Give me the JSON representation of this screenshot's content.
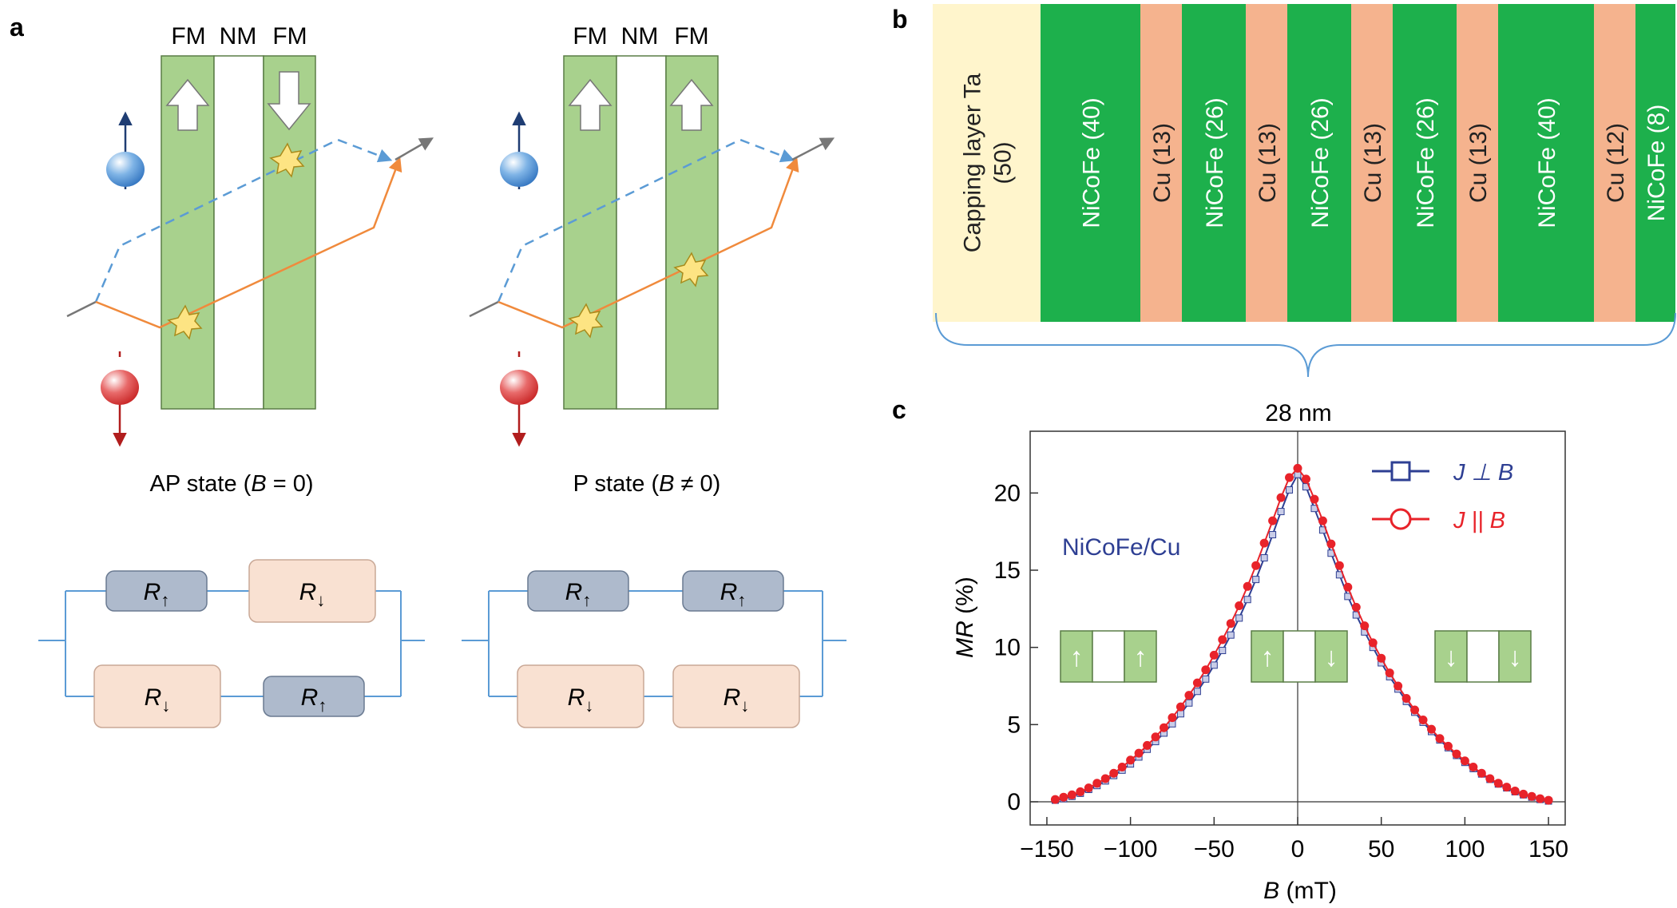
{
  "panels": {
    "a": {
      "letter": "a",
      "layer_labels": [
        "FM",
        "NM",
        "FM"
      ],
      "states": [
        "AP state (B = 0)",
        "P state (B ≠ 0)"
      ],
      "state_parts": [
        {
          "prefix": "AP state (",
          "var": "B",
          "suffix": " = 0)"
        },
        {
          "prefix": "P state (",
          "var": "B",
          "suffix": " ≠ 0)"
        }
      ],
      "resistors": {
        "up": "↑",
        "down": "↓",
        "symbol": "R"
      },
      "circuit_ap": {
        "top": [
          "up",
          "down"
        ],
        "bottom": [
          "down",
          "up"
        ]
      },
      "circuit_p": {
        "top": [
          "up",
          "up"
        ],
        "bottom": [
          "down",
          "down"
        ]
      },
      "colors": {
        "fm_green": "#a8d18d",
        "nm": "#ffffff",
        "spin_up": "#4a8fd4",
        "spin_down": "#d42b2b",
        "path_up": "#5b9bd5",
        "path_down": "#f08a3c",
        "r_up_fill": "#aebacc",
        "r_down_fill": "#f9e1d2",
        "wire": "#5b9bd5"
      }
    },
    "b": {
      "letter": "b",
      "layers": [
        {
          "label": "Capping layer Ta (50)",
          "line1": "Capping layer Ta",
          "line2": "(50)",
          "material": "Ta",
          "color": "#fff5cc"
        },
        {
          "label": "NiCoFe (40)",
          "material": "NiCoFe",
          "color": "#1db04c"
        },
        {
          "label": "Cu (13)",
          "material": "Cu",
          "color": "#f5b38e"
        },
        {
          "label": "NiCoFe (26)",
          "material": "NiCoFe",
          "color": "#1db04c"
        },
        {
          "label": "Cu (13)",
          "material": "Cu",
          "color": "#f5b38e"
        },
        {
          "label": "NiCoFe (26)",
          "material": "NiCoFe",
          "color": "#1db04c"
        },
        {
          "label": "Cu (13)",
          "material": "Cu",
          "color": "#f5b38e"
        },
        {
          "label": "NiCoFe (26)",
          "material": "NiCoFe",
          "color": "#1db04c"
        },
        {
          "label": "Cu (13)",
          "material": "Cu",
          "color": "#f5b38e"
        },
        {
          "label": "NiCoFe (40)",
          "material": "NiCoFe",
          "color": "#1db04c"
        },
        {
          "label": "Cu (12)",
          "material": "Cu",
          "color": "#f5b38e"
        },
        {
          "label": "NiCoFe (8)",
          "material": "NiCoFe",
          "color": "#1db04c"
        }
      ]
    },
    "c": {
      "letter": "c",
      "annotation": "NiCoFe/Cu",
      "thickness_label": "28 nm"
    }
  },
  "chart_data": {
    "type": "line",
    "title": "28 nm",
    "xlabel": "B (mT)",
    "ylabel": "MR (%)",
    "xlabel_parts": {
      "var": "B",
      "unit": " (mT)"
    },
    "ylabel_parts": {
      "var": "MR",
      "unit": " (%)"
    },
    "xlim": [
      -160,
      160
    ],
    "ylim": [
      -1.5,
      24
    ],
    "xticks": [
      -150,
      -100,
      -50,
      0,
      50,
      100,
      150
    ],
    "xtick_labels": [
      "−150",
      "−100",
      "−50",
      "0",
      "50",
      "100",
      "150"
    ],
    "yticks": [
      0,
      5,
      10,
      15,
      20
    ],
    "yticks_labels": [
      "0",
      "5",
      "10",
      "15",
      "20"
    ],
    "legend_placement": "top-right",
    "series": [
      {
        "name": "J ⊥ B",
        "color": "#2e3f93",
        "marker": "square",
        "x": [
          -145,
          -140,
          -135,
          -130,
          -125,
          -120,
          -115,
          -110,
          -105,
          -100,
          -95,
          -90,
          -85,
          -80,
          -75,
          -70,
          -65,
          -60,
          -55,
          -50,
          -45,
          -40,
          -35,
          -30,
          -25,
          -20,
          -15,
          -10,
          -5,
          0,
          5,
          10,
          15,
          20,
          25,
          30,
          35,
          40,
          45,
          50,
          55,
          60,
          65,
          70,
          75,
          80,
          85,
          90,
          95,
          100,
          105,
          110,
          115,
          120,
          125,
          130,
          135,
          140,
          145,
          150
        ],
        "y": [
          0.1,
          0.2,
          0.35,
          0.55,
          0.8,
          1.05,
          1.35,
          1.7,
          2.05,
          2.45,
          2.9,
          3.4,
          3.9,
          4.45,
          5.05,
          5.7,
          6.4,
          7.15,
          7.95,
          8.85,
          9.8,
          10.8,
          11.9,
          13.1,
          14.4,
          15.8,
          17.3,
          18.8,
          20.2,
          21.2,
          20.4,
          19.0,
          17.6,
          16.1,
          14.7,
          13.3,
          12.1,
          11.0,
          10.0,
          9.0,
          8.1,
          7.3,
          6.5,
          5.8,
          5.15,
          4.55,
          4.0,
          3.5,
          3.0,
          2.55,
          2.15,
          1.8,
          1.45,
          1.15,
          0.9,
          0.65,
          0.45,
          0.3,
          0.15,
          0.05
        ]
      },
      {
        "name": "J || B",
        "color": "#e8232a",
        "marker": "circle",
        "x": [
          -145,
          -140,
          -135,
          -130,
          -125,
          -120,
          -115,
          -110,
          -105,
          -100,
          -95,
          -90,
          -85,
          -80,
          -75,
          -70,
          -65,
          -60,
          -55,
          -50,
          -45,
          -40,
          -35,
          -30,
          -25,
          -20,
          -15,
          -10,
          -5,
          0,
          5,
          10,
          15,
          20,
          25,
          30,
          35,
          40,
          45,
          50,
          55,
          60,
          65,
          70,
          75,
          80,
          85,
          90,
          95,
          100,
          105,
          110,
          115,
          120,
          125,
          130,
          135,
          140,
          145,
          150
        ],
        "y": [
          0.15,
          0.3,
          0.45,
          0.65,
          0.9,
          1.2,
          1.5,
          1.85,
          2.25,
          2.7,
          3.15,
          3.65,
          4.2,
          4.8,
          5.45,
          6.15,
          6.9,
          7.7,
          8.55,
          9.5,
          10.5,
          11.55,
          12.7,
          13.95,
          15.3,
          16.75,
          18.2,
          19.7,
          21.0,
          21.6,
          20.9,
          19.6,
          18.2,
          16.7,
          15.3,
          13.9,
          12.6,
          11.4,
          10.3,
          9.3,
          8.35,
          7.5,
          6.7,
          5.95,
          5.3,
          4.7,
          4.1,
          3.6,
          3.1,
          2.65,
          2.25,
          1.85,
          1.5,
          1.2,
          0.95,
          0.7,
          0.5,
          0.35,
          0.2,
          0.1
        ]
      }
    ],
    "inset_spins": [
      {
        "position": "left",
        "left": "↑",
        "right": "↑"
      },
      {
        "position": "center",
        "left": "↑",
        "right": "↓"
      },
      {
        "position": "right",
        "left": "↓",
        "right": "↓"
      }
    ]
  }
}
